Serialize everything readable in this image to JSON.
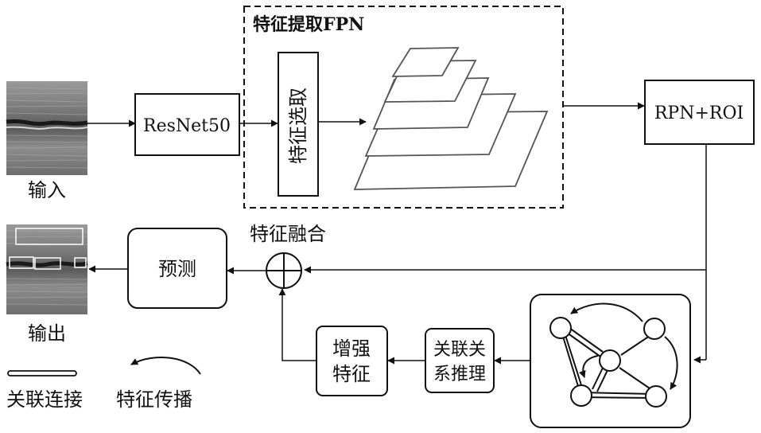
{
  "fpn_group": {
    "title": "特征提取FPN"
  },
  "input": {
    "label": "输入"
  },
  "resnet": {
    "label": "ResNet50"
  },
  "feature_select": {
    "label": "特征选取"
  },
  "rpn_roi": {
    "label": "RPN+ROI"
  },
  "predict": {
    "label": "预测"
  },
  "output": {
    "label": "输出"
  },
  "fusion": {
    "label": "特征融合"
  },
  "enhanced": {
    "line1": "增强",
    "line2": "特征"
  },
  "reasoning": {
    "line1": "关联关",
    "line2": "系推理"
  },
  "legend": {
    "link_label": "关联连接",
    "propagation_label": "特征传播"
  },
  "colors": {
    "stroke": "#111111",
    "gpr_dark": "#2b2b2b",
    "gpr_mid": "#8a8a8a",
    "detection_box": "#ffffff"
  }
}
